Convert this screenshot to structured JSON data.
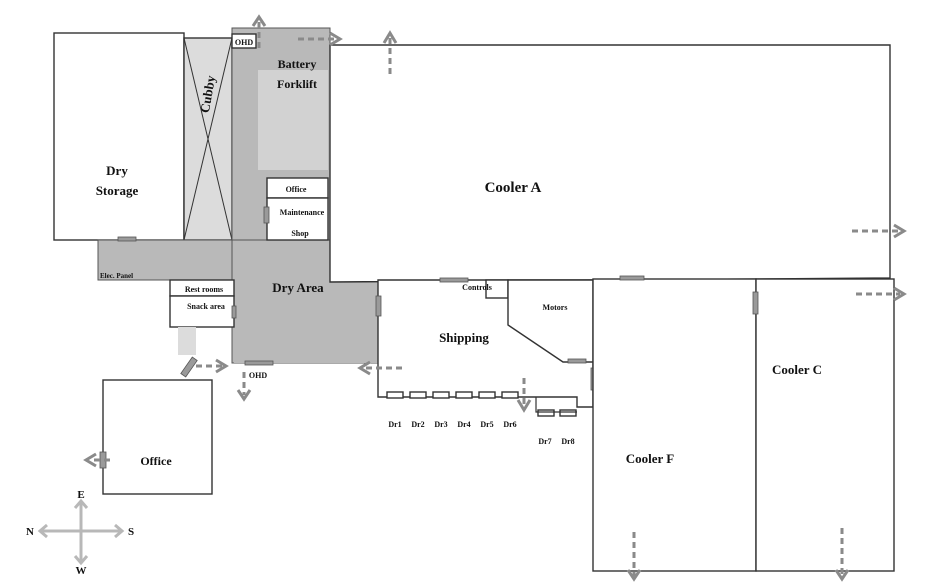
{
  "rooms": {
    "dry_storage": [
      "Dry",
      "Storage"
    ],
    "cubby": "Cubby",
    "ohd_top": "OHD",
    "battery_forklift": [
      "Battery",
      "Forklift"
    ],
    "cooler_a": "Cooler A",
    "office_small": "Office",
    "maintenance": "Maintenance",
    "shop": "Shop",
    "elec_panel": "Elec. Panel",
    "dry_area": "Dry Area",
    "rest_rooms": "Rest rooms",
    "snack_area": "Snack area",
    "controls": "Controls",
    "motors": "Motors",
    "shipping": "Shipping",
    "ohd_bottom": "OHD",
    "cooler_c": "Cooler C",
    "cooler_f": "Cooler F",
    "office_main": "Office"
  },
  "docks": [
    "Dr1",
    "Dr2",
    "Dr3",
    "Dr4",
    "Dr5",
    "Dr6",
    "Dr7",
    "Dr8"
  ],
  "compass": {
    "north": "N",
    "south": "S",
    "east": "E",
    "west": "W"
  }
}
